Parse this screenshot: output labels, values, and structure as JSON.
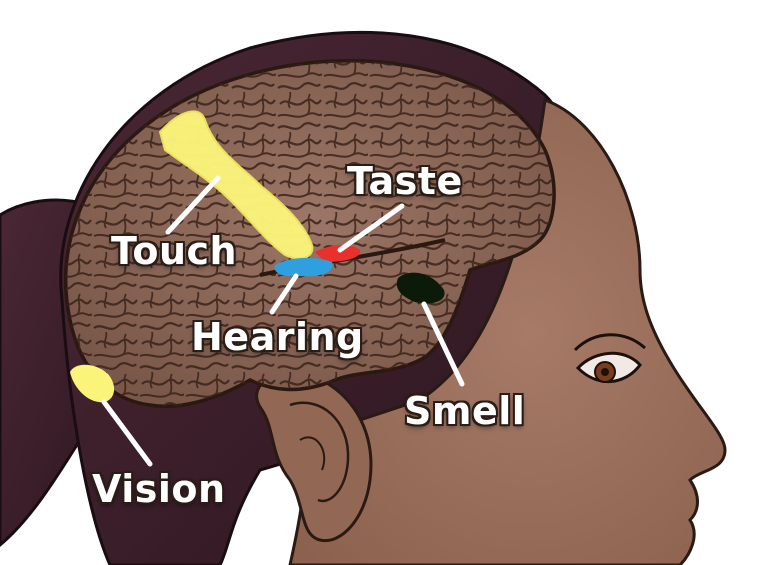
{
  "labels": {
    "taste": "Taste",
    "touch": "Touch",
    "hearing": "Hearing",
    "smell": "Smell",
    "vision": "Vision"
  },
  "colors": {
    "taste": "#e8302c",
    "touch": "#fbf47a",
    "hearing": "#2f9fe0",
    "smell": "#0c1a0a",
    "vision": "#fbf47a",
    "brain": "#8a6657",
    "skin": "#9b6f5d",
    "hair": "#3b1f2a"
  }
}
